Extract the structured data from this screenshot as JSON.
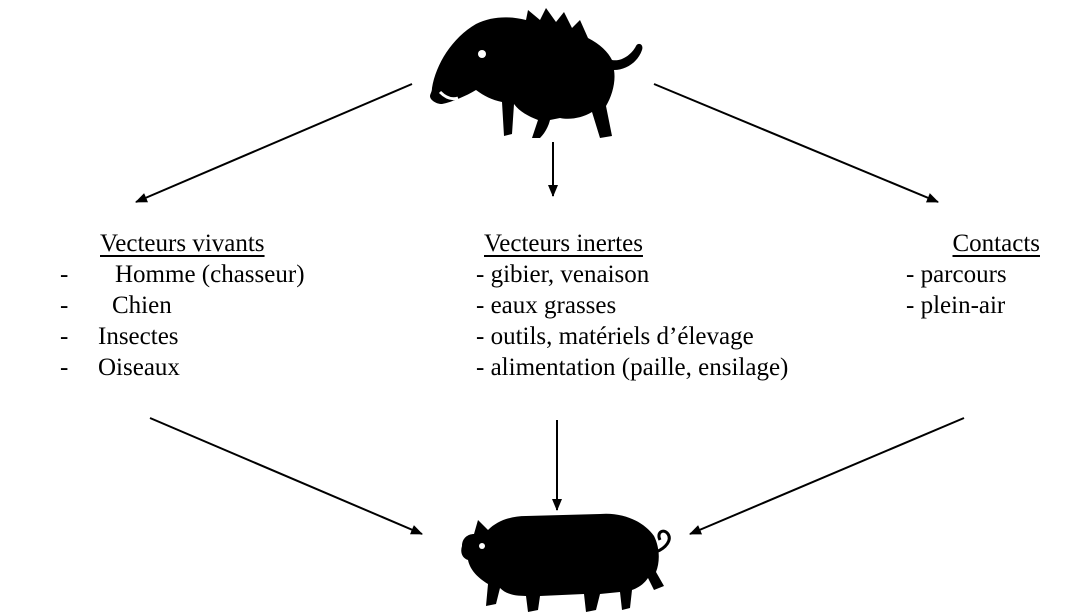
{
  "living_vectors": {
    "heading": "Vecteurs vivants",
    "items": [
      {
        "dash": "-",
        "label": "Homme (chasseur)"
      },
      {
        "dash": "-",
        "label": "Chien"
      },
      {
        "dash": "-",
        "label": "Insectes"
      },
      {
        "dash": "-",
        "label": "Oiseaux"
      }
    ]
  },
  "inert_vectors": {
    "heading": "Vecteurs inertes",
    "items": [
      "- gibier, venaison",
      "- eaux grasses",
      "- outils, matériels d’élevage",
      "- alimentation (paille, ensilage)"
    ]
  },
  "contacts": {
    "heading": "Contacts",
    "items": [
      "- parcours",
      "- plein-air"
    ]
  },
  "icons": {
    "source": "wild-boar-icon",
    "target": "domestic-pig-icon",
    "color": "#000000"
  }
}
